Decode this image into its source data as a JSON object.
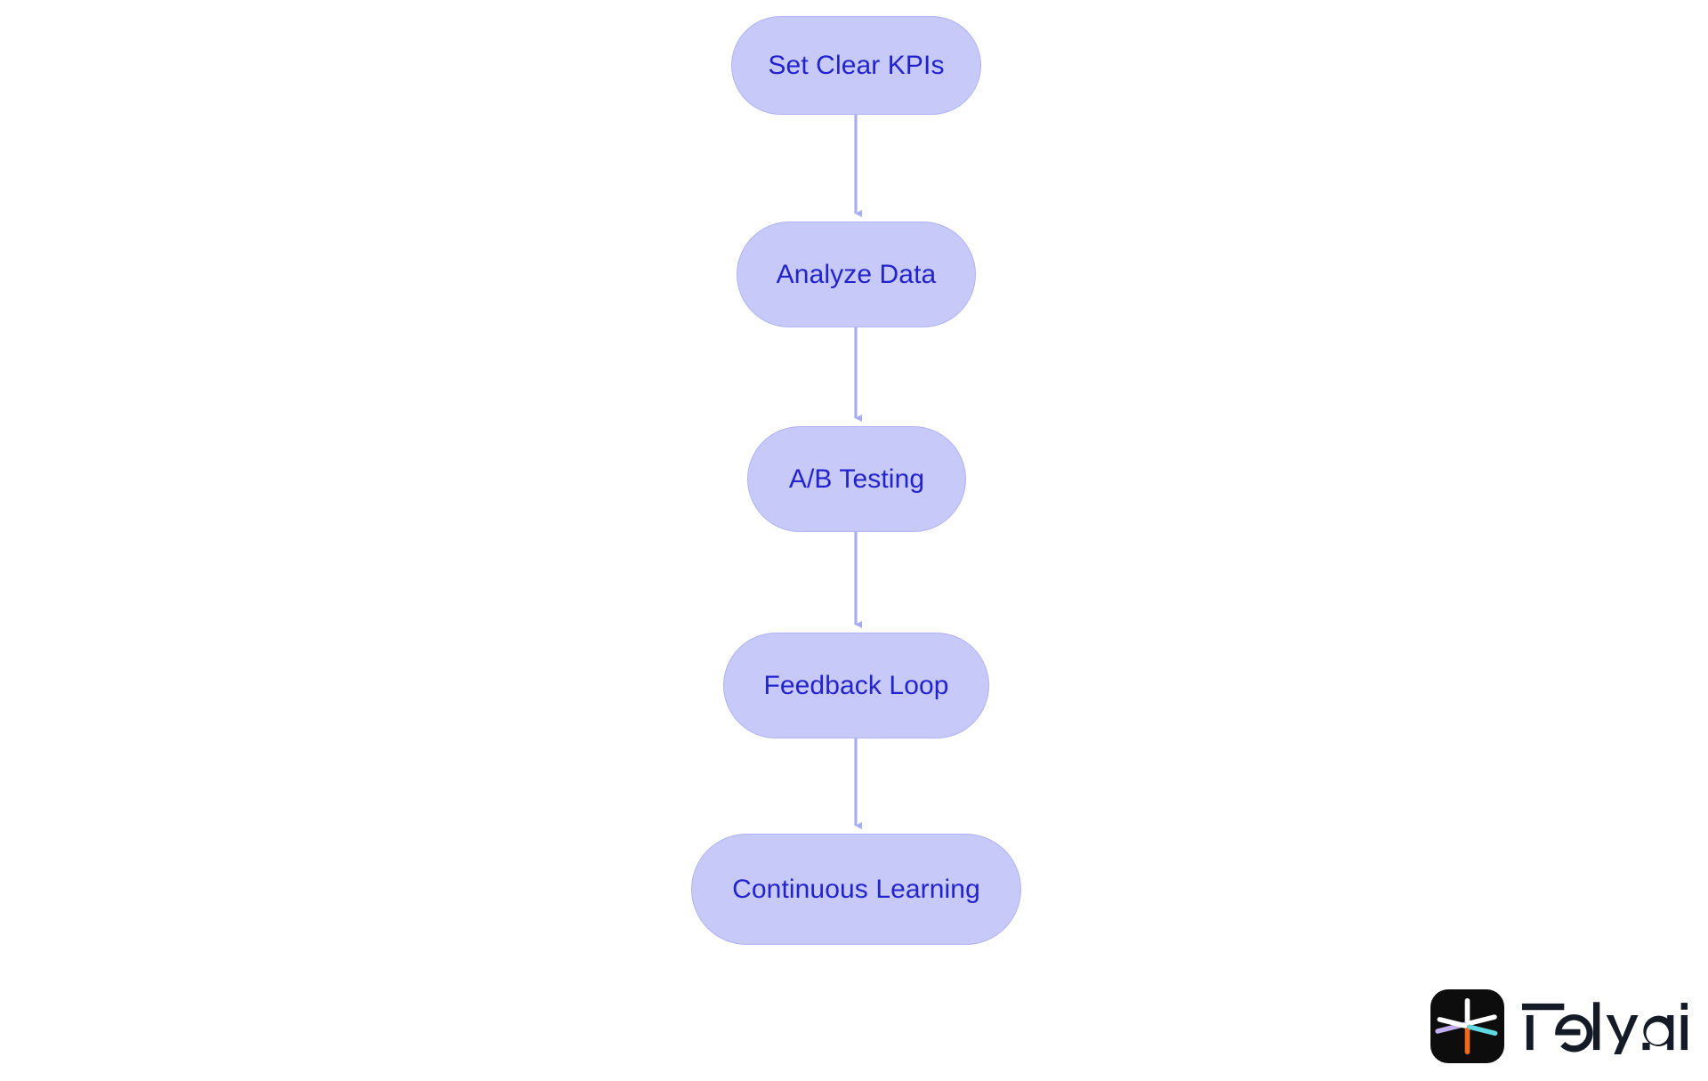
{
  "diagram": {
    "type": "flowchart",
    "orientation": "vertical-top-to-bottom",
    "background_color": "#ffffff",
    "node_fill_color": "#c7caf9",
    "node_border_color": "#aeb3f3",
    "node_text_color": "#2323cc",
    "connector_color": "#a9aef0",
    "nodes": [
      {
        "id": "set-clear-kpis",
        "label": "Set Clear KPIs",
        "order": 1
      },
      {
        "id": "analyze-data",
        "label": "Analyze Data",
        "order": 2
      },
      {
        "id": "ab-testing",
        "label": "A/B Testing",
        "order": 3
      },
      {
        "id": "feedback-loop",
        "label": "Feedback Loop",
        "order": 4
      },
      {
        "id": "continuous-learning",
        "label": "Continuous Learning",
        "order": 5
      }
    ],
    "edges": [
      {
        "from": "set-clear-kpis",
        "to": "analyze-data",
        "arrow": "down"
      },
      {
        "from": "analyze-data",
        "to": "ab-testing",
        "arrow": "down"
      },
      {
        "from": "ab-testing",
        "to": "feedback-loop",
        "arrow": "down"
      },
      {
        "from": "feedback-loop",
        "to": "continuous-learning",
        "arrow": "down"
      }
    ]
  },
  "branding": {
    "name": "Tely.ai",
    "wordmark_color": "#141b26",
    "mark_background_color": "#0d0d0d",
    "mark_spoke_colors": {
      "top": "#ffffff",
      "bottom": "#f2691e",
      "upper_left": "#c3aef0",
      "right": "#5fd8e0",
      "diagonals": "#ffffff"
    }
  }
}
